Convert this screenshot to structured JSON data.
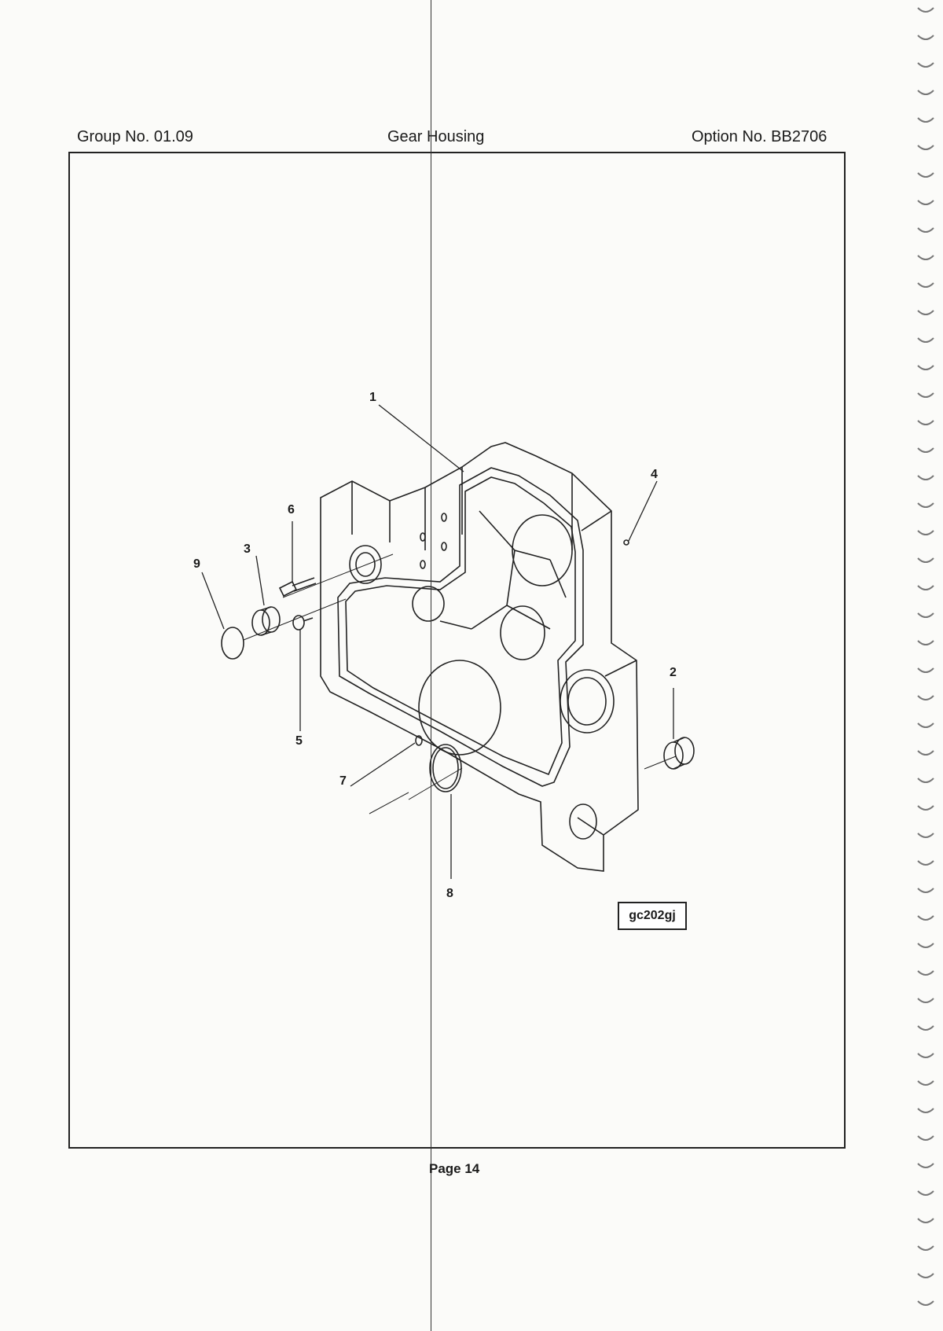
{
  "header": {
    "group": "Group No. 01.09",
    "title": "Gear Housing",
    "option": "Option No. BB2706"
  },
  "callouts": [
    "1",
    "2",
    "3",
    "4",
    "5",
    "6",
    "7",
    "8",
    "9"
  ],
  "drawing_code": "gc202gj",
  "footer": {
    "page": "Page 14"
  }
}
